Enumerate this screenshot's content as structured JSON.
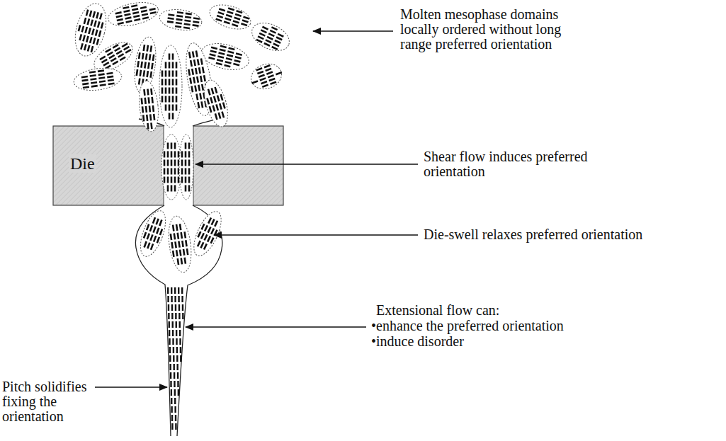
{
  "diagram": {
    "nodes": [
      {
        "text": [
          "Die"
        ]
      }
    ],
    "labels": [
      "Molten mesophase domains locally ordered without long range preferred orientation",
      "Shear flow induces preferred orientation",
      "Die-swell relaxes preferred orientation",
      "Extensional flow can:",
      "•enhance the preferred orientation",
      "•induce disorder",
      "Pitch solidifies fixing the orientation"
    ]
  }
}
